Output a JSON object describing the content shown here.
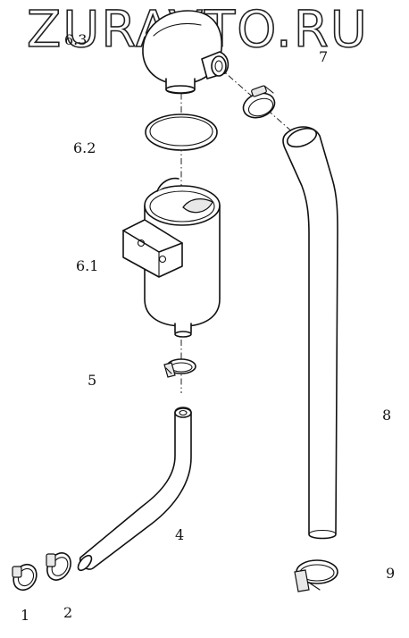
{
  "watermark": "ZURAVTO.RU",
  "labels": {
    "p1": "1",
    "p2": "2",
    "p4": "4",
    "p5": "5",
    "p6_1": "6.1",
    "p6_2": "6.2",
    "p6_3": "6.3",
    "p7": "7",
    "p8": "8",
    "p9": "9"
  }
}
